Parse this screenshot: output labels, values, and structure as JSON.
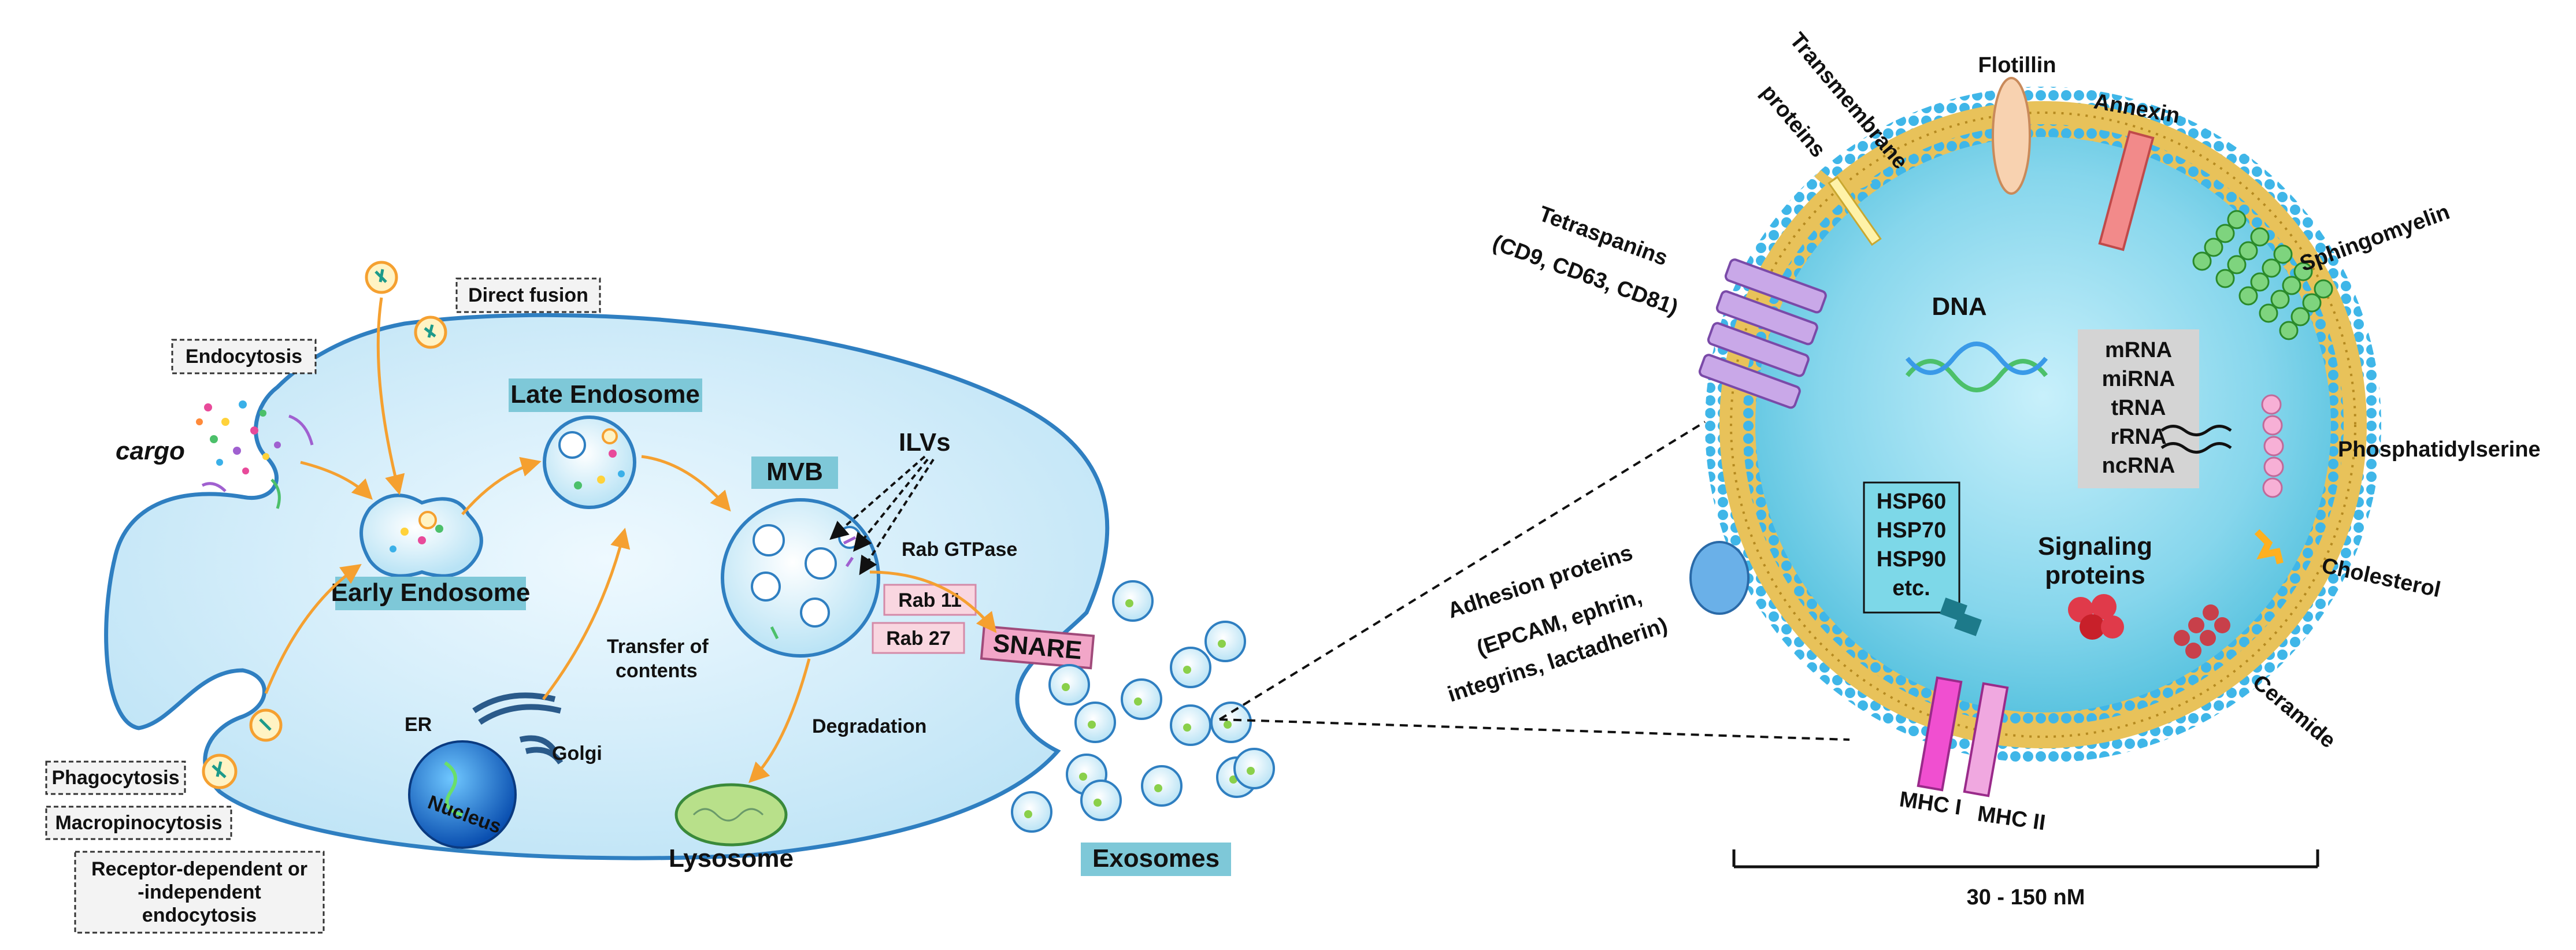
{
  "cell": {
    "entry_labels": {
      "direct_fusion": "Direct fusion",
      "endocytosis": "Endocytosis",
      "cargo": "cargo",
      "phagocytosis": "Phagocytosis",
      "macropinocytosis": "Macropinocytosis",
      "receptor_line1": "Receptor-dependent or",
      "receptor_line2": "-independent",
      "receptor_line3": "endocytosis"
    },
    "organelles": {
      "early_endosome": "Early Endosome",
      "late_endosome": "Late Endosome",
      "mvb": "MVB",
      "ilvs": "ILVs",
      "rab_gtpase": "Rab GTPase",
      "rab11": "Rab 11",
      "rab27": "Rab 27",
      "snare": "SNARE",
      "transfer_line1": "Transfer of",
      "transfer_line2": "contents",
      "degradation": "Degradation",
      "lysosome": "Lysosome",
      "er": "ER",
      "golgi": "Golgi",
      "nucleus": "Nucleus",
      "exosomes": "Exosomes"
    }
  },
  "exosome": {
    "transmembrane_line1": "Transmembrane",
    "transmembrane_line2": "proteins",
    "flotillin": "Flotillin",
    "annexin": "Annexin",
    "sphingomyelin": "Sphingomyelin",
    "tetraspanins_line1": "Tetraspanins",
    "tetraspanins_line2": "(CD9, CD63, CD81)",
    "dna": "DNA",
    "rna_list": [
      "mRNA",
      "miRNA",
      "tRNA",
      "rRNA",
      "ncRNA"
    ],
    "phosphatidylserine": "Phosphatidylserine",
    "hsp_list": [
      "HSP60",
      "HSP70",
      "HSP90",
      "etc."
    ],
    "signaling_line1": "Signaling",
    "signaling_line2": "proteins",
    "cholesterol": "Cholesterol",
    "adhesion_line1": "Adhesion proteins",
    "adhesion_line2": "(EPCAM, ephrin,",
    "adhesion_line3": "integrins, lactadherin)",
    "ceramide": "Ceramide",
    "mhc1": "MHC I",
    "mhc2": "MHC II",
    "scale": "30 - 150 nM"
  },
  "colors": {
    "cell_fill": "#d6effa",
    "cell_stroke": "#2f7fc1",
    "arrow": "#f5a030",
    "teal_label": "#7ec8d8",
    "snare": "#f2a6c8",
    "rab_box": "#f9d6e0",
    "lipid_head": "#3fb6e8",
    "lipid_tail": "#e8c25a",
    "exosome_core": "#7dd3e8"
  }
}
